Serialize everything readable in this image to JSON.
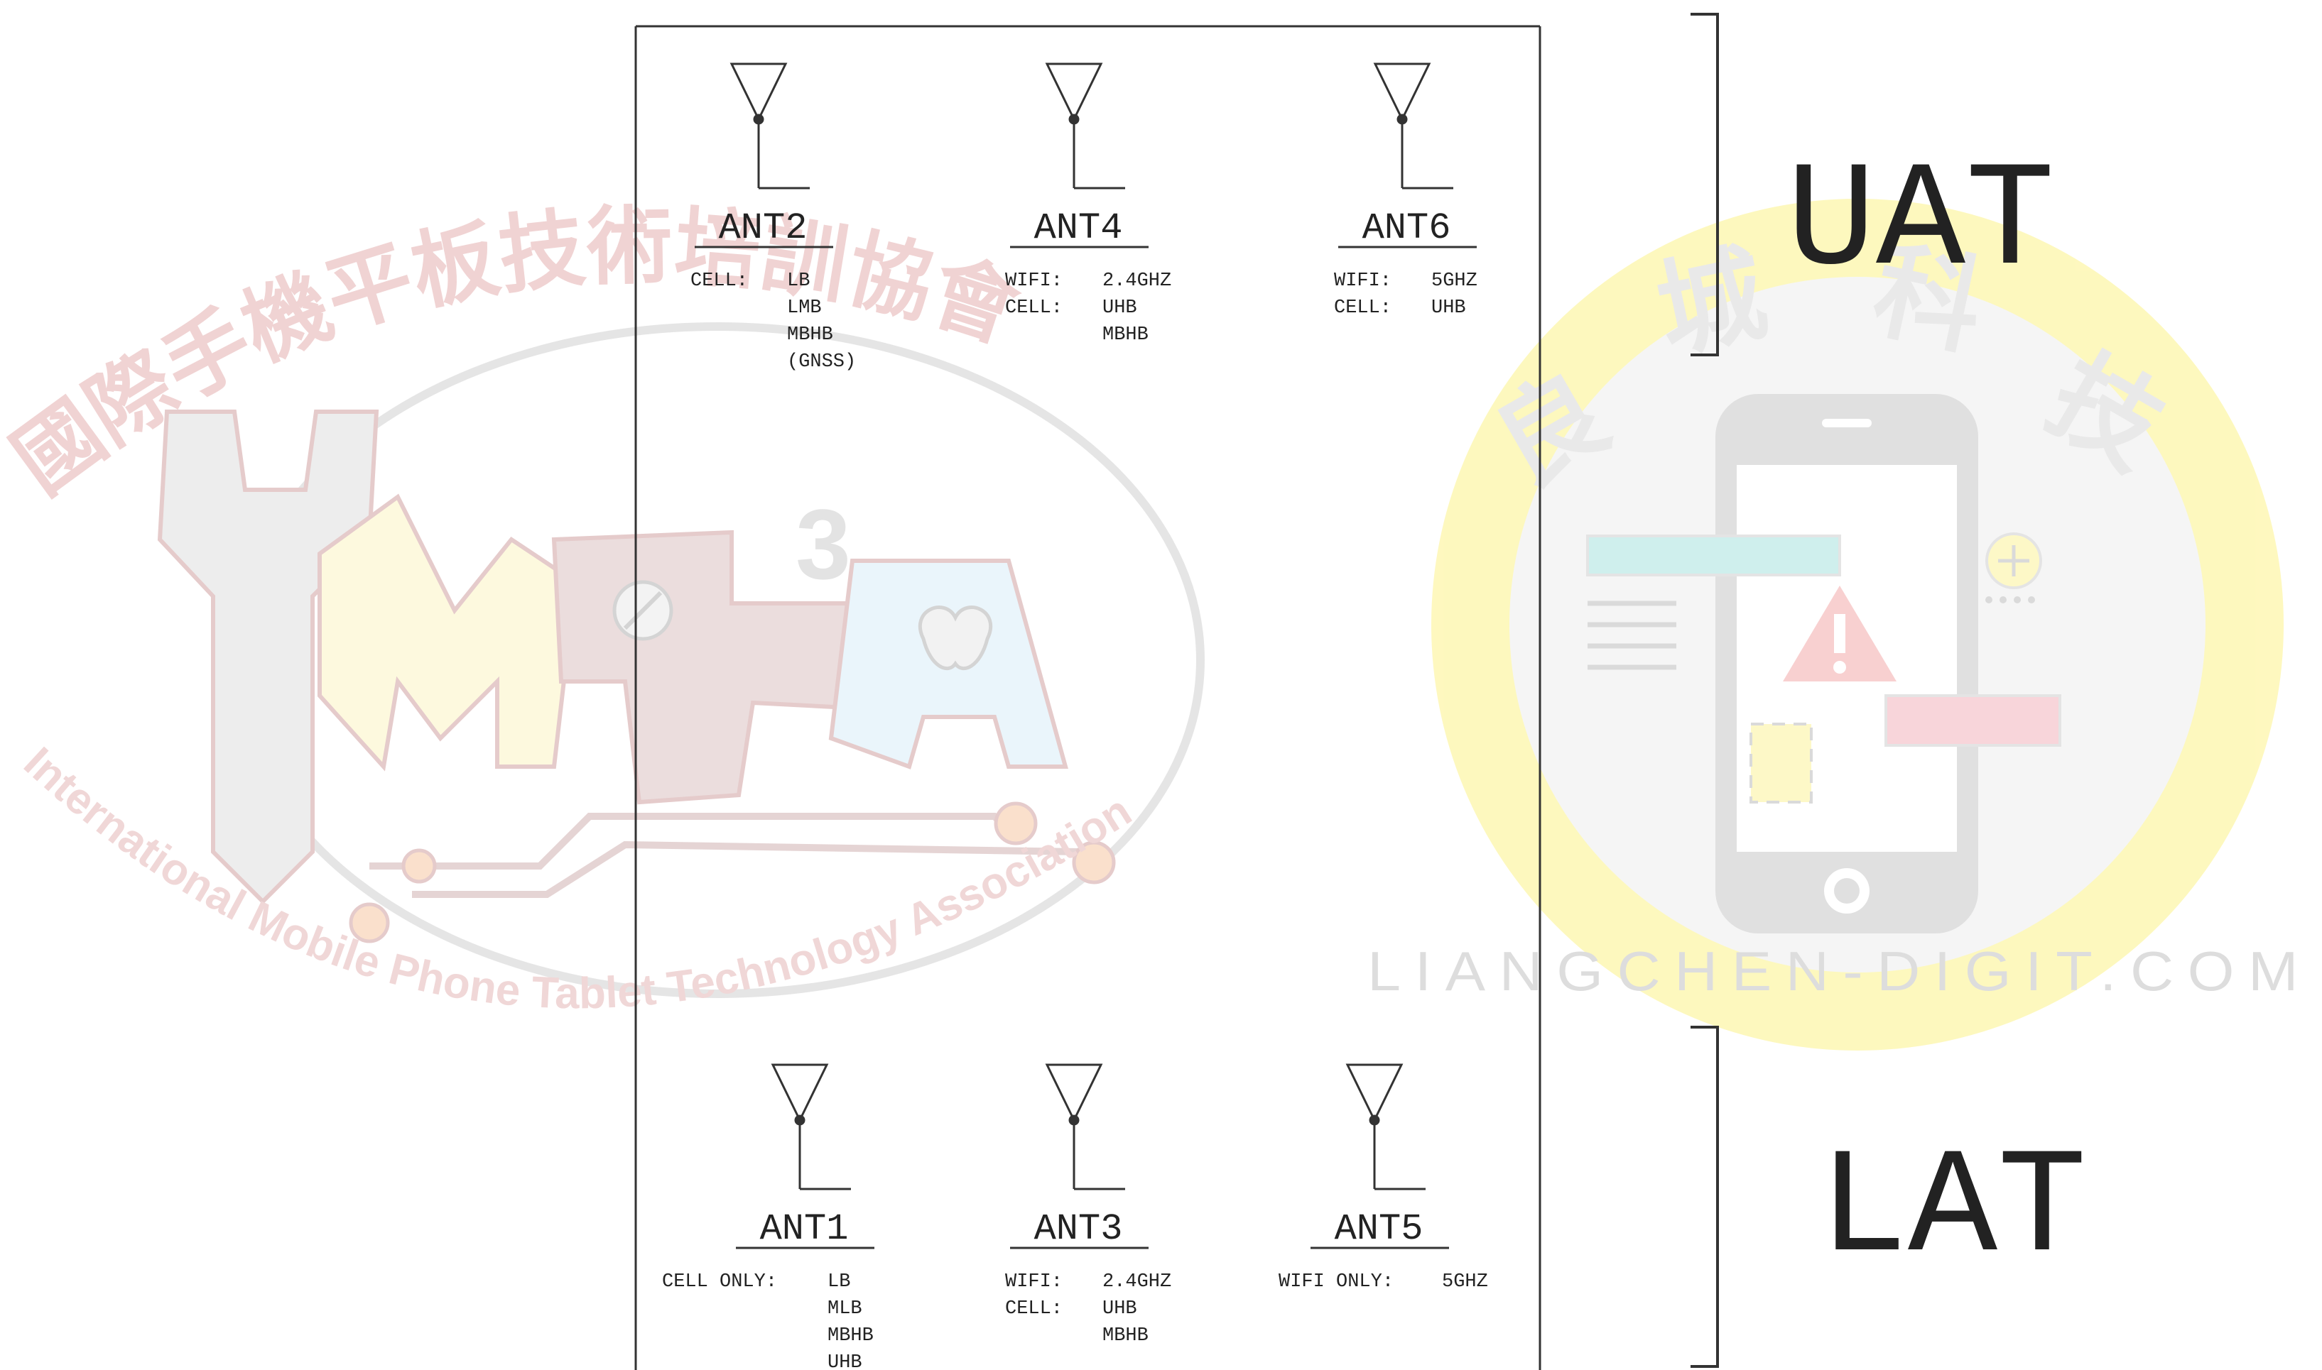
{
  "antennas": {
    "ant2": {
      "label": "ANT2",
      "lines": [
        {
          "key": "CELL:",
          "val": "LB"
        },
        {
          "key": "",
          "val": "LMB"
        },
        {
          "key": "",
          "val": "MBHB"
        },
        {
          "key": "",
          "val": "(GNSS)"
        }
      ]
    },
    "ant4": {
      "label": "ANT4",
      "lines": [
        {
          "key": "WIFI:",
          "val": "2.4GHZ"
        },
        {
          "key": "CELL:",
          "val": "UHB"
        },
        {
          "key": "",
          "val": "MBHB"
        }
      ]
    },
    "ant6": {
      "label": "ANT6",
      "lines": [
        {
          "key": "WIFI:",
          "val": "5GHZ"
        },
        {
          "key": "CELL:",
          "val": "UHB"
        }
      ]
    },
    "ant1": {
      "label": "ANT1",
      "lines": [
        {
          "key": "CELL ONLY:",
          "val": "LB"
        },
        {
          "key": "",
          "val": "MLB"
        },
        {
          "key": "",
          "val": "MBHB"
        },
        {
          "key": "",
          "val": "UHB"
        }
      ]
    },
    "ant3": {
      "label": "ANT3",
      "lines": [
        {
          "key": "WIFI:",
          "val": "2.4GHZ"
        },
        {
          "key": "CELL:",
          "val": "UHB"
        },
        {
          "key": "",
          "val": "MBHB"
        }
      ]
    },
    "ant5": {
      "label": "ANT5",
      "lines": [
        {
          "key": "WIFI ONLY:",
          "val": "5GHZ"
        }
      ]
    }
  },
  "groups": {
    "upper": "UAT",
    "lower": "LAT"
  },
  "watermarks": {
    "impta_chinese": "國際手機平板技術培訓協會",
    "impta_english": "International Mobile Phone Tablet Technology Association",
    "impta_logo": "IMPTA",
    "liangchen_chinese": [
      "良",
      "城",
      "科",
      "技"
    ],
    "liangchen_url": "LIANGCHEN-DIGIT.COM"
  },
  "colors": {
    "line": "#333333",
    "text": "#222222",
    "watermark_red": "#d9a5a5",
    "watermark_yellow": "#fdf6a8",
    "watermark_grey": "#d6d6d6"
  }
}
